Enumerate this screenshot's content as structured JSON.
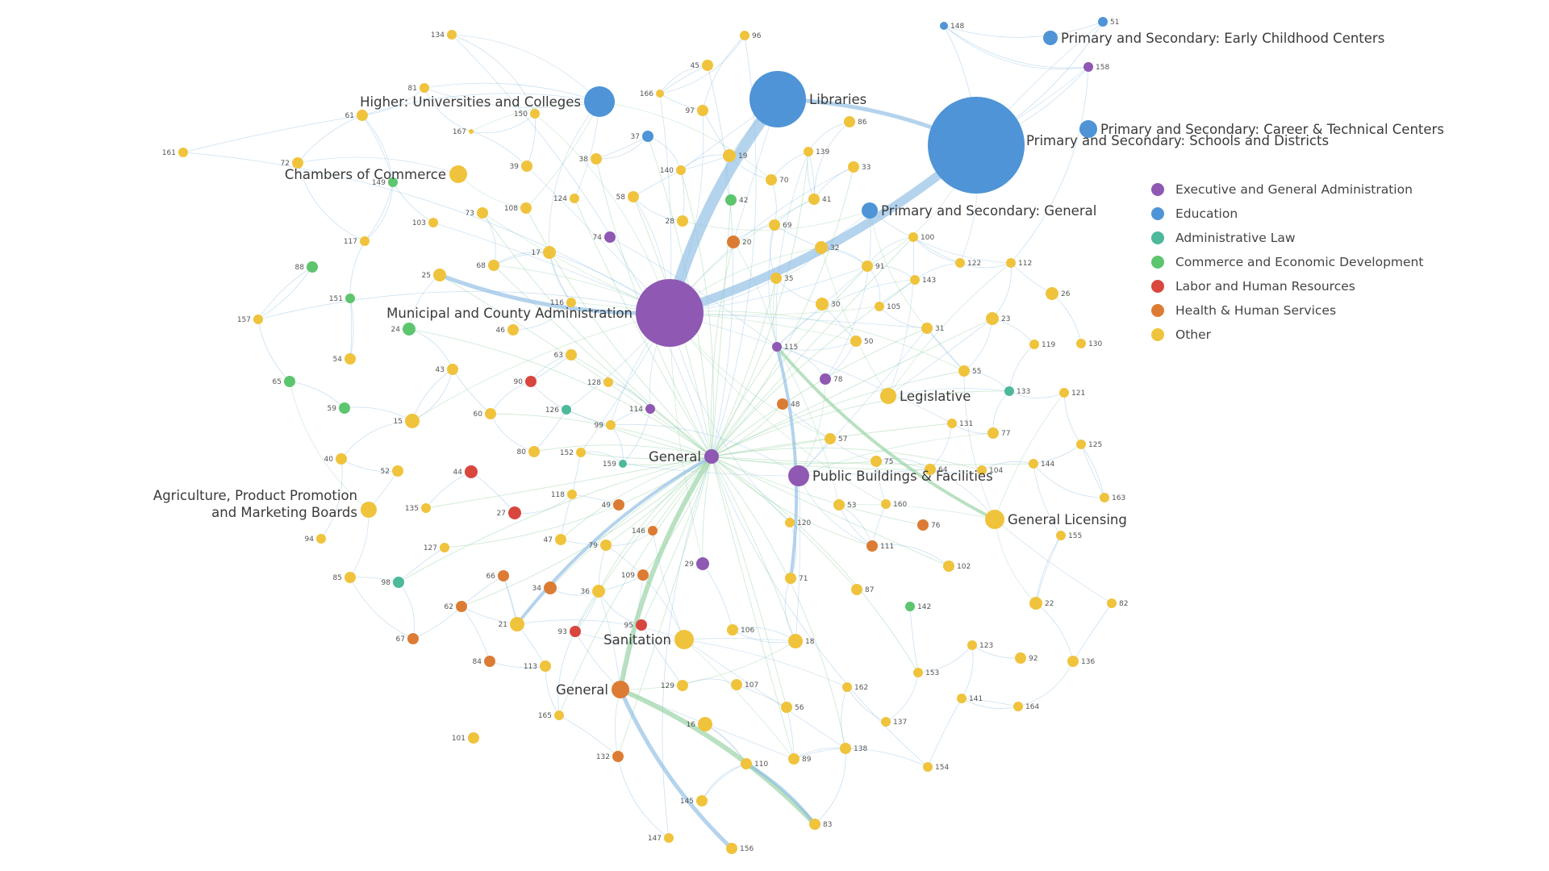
{
  "colors": {
    "exec": "#8e58b3",
    "edu": "#4e94d6",
    "admin": "#4db89a",
    "commerce": "#5cc56e",
    "labor": "#d9463e",
    "health": "#dc7c34",
    "other": "#f0c33c",
    "edge_blue": "#8cbce3",
    "edge_green": "#93d19f"
  },
  "legend": [
    {
      "category": "exec",
      "label": "Executive and General Administration"
    },
    {
      "category": "edu",
      "label": "Education"
    },
    {
      "category": "admin",
      "label": "Administrative Law"
    },
    {
      "category": "commerce",
      "label": "Commerce and Economic Development"
    },
    {
      "category": "labor",
      "label": "Labor and Human Resources"
    },
    {
      "category": "health",
      "label": "Health & Human Services"
    },
    {
      "category": "other",
      "label": "Other"
    }
  ],
  "major_nodes": [
    {
      "id": "M1",
      "label": "Municipal and County Administration",
      "category": "exec"
    },
    {
      "id": "M2",
      "label": "Primary and Secondary: Schools and Districts",
      "category": "edu"
    },
    {
      "id": "M3",
      "label": "Libraries",
      "category": "edu"
    },
    {
      "id": "M4",
      "label": "Higher: Universities and Colleges",
      "category": "edu"
    },
    {
      "id": "M5",
      "label": "Primary and Secondary: Early Childhood Centers",
      "category": "edu"
    },
    {
      "id": "M6",
      "label": "Primary and Secondary: Career & Technical Centers",
      "category": "edu"
    },
    {
      "id": "M7",
      "label": "Primary and Secondary: General",
      "category": "edu"
    },
    {
      "id": "M8",
      "label": "Chambers of Commerce",
      "category": "other"
    },
    {
      "id": "M9",
      "label": "General",
      "category": "exec"
    },
    {
      "id": "M10",
      "label": "Public Buildings & Facilities",
      "category": "exec"
    },
    {
      "id": "M11",
      "label": "Legislative",
      "category": "other"
    },
    {
      "id": "M12",
      "label": "General Licensing",
      "category": "other"
    },
    {
      "id": "M13",
      "label": "Agriculture, Product Promotion",
      "label2": "and Marketing Boards",
      "category": "other"
    },
    {
      "id": "M14",
      "label": "Sanitation",
      "category": "other"
    },
    {
      "id": "M15",
      "label": "General",
      "category": "health"
    }
  ],
  "small_nodes": [
    {
      "id": "134",
      "category": "other"
    },
    {
      "id": "96",
      "category": "other"
    },
    {
      "id": "148",
      "category": "edu"
    },
    {
      "id": "51",
      "category": "edu"
    },
    {
      "id": "158",
      "category": "exec"
    },
    {
      "id": "45",
      "category": "other"
    },
    {
      "id": "81",
      "category": "other"
    },
    {
      "id": "166",
      "category": "other"
    },
    {
      "id": "97",
      "category": "other"
    },
    {
      "id": "61",
      "category": "other"
    },
    {
      "id": "150",
      "category": "other"
    },
    {
      "id": "167",
      "category": "other"
    },
    {
      "id": "86",
      "category": "other"
    },
    {
      "id": "37",
      "category": "edu"
    },
    {
      "id": "161",
      "category": "other"
    },
    {
      "id": "72",
      "category": "other"
    },
    {
      "id": "38",
      "category": "other"
    },
    {
      "id": "19",
      "category": "other"
    },
    {
      "id": "139",
      "category": "other"
    },
    {
      "id": "33",
      "category": "other"
    },
    {
      "id": "39",
      "category": "other"
    },
    {
      "id": "140",
      "category": "other"
    },
    {
      "id": "70",
      "category": "other"
    },
    {
      "id": "149",
      "category": "commerce"
    },
    {
      "id": "124",
      "category": "other"
    },
    {
      "id": "58",
      "category": "other"
    },
    {
      "id": "42",
      "category": "commerce"
    },
    {
      "id": "41",
      "category": "other"
    },
    {
      "id": "73",
      "category": "other"
    },
    {
      "id": "108",
      "category": "other"
    },
    {
      "id": "28",
      "category": "other"
    },
    {
      "id": "69",
      "category": "other"
    },
    {
      "id": "103",
      "category": "other"
    },
    {
      "id": "74",
      "category": "exec"
    },
    {
      "id": "20",
      "category": "health"
    },
    {
      "id": "100",
      "category": "other"
    },
    {
      "id": "117",
      "category": "other"
    },
    {
      "id": "17",
      "category": "other"
    },
    {
      "id": "32",
      "category": "other"
    },
    {
      "id": "88",
      "category": "commerce"
    },
    {
      "id": "68",
      "category": "other"
    },
    {
      "id": "122",
      "category": "other"
    },
    {
      "id": "112",
      "category": "other"
    },
    {
      "id": "25",
      "category": "other"
    },
    {
      "id": "91",
      "category": "other"
    },
    {
      "id": "35",
      "category": "other"
    },
    {
      "id": "143",
      "category": "other"
    },
    {
      "id": "151",
      "category": "commerce"
    },
    {
      "id": "116",
      "category": "other"
    },
    {
      "id": "26",
      "category": "other"
    },
    {
      "id": "157",
      "category": "other"
    },
    {
      "id": "30",
      "category": "other"
    },
    {
      "id": "105",
      "category": "other"
    },
    {
      "id": "24",
      "category": "commerce"
    },
    {
      "id": "46",
      "category": "other"
    },
    {
      "id": "23",
      "category": "other"
    },
    {
      "id": "31",
      "category": "other"
    },
    {
      "id": "50",
      "category": "other"
    },
    {
      "id": "115",
      "category": "exec"
    },
    {
      "id": "119",
      "category": "other"
    },
    {
      "id": "130",
      "category": "other"
    },
    {
      "id": "54",
      "category": "other"
    },
    {
      "id": "63",
      "category": "other"
    },
    {
      "id": "43",
      "category": "other"
    },
    {
      "id": "90",
      "category": "labor"
    },
    {
      "id": "128",
      "category": "other"
    },
    {
      "id": "55",
      "category": "other"
    },
    {
      "id": "65",
      "category": "commerce"
    },
    {
      "id": "78",
      "category": "exec"
    },
    {
      "id": "133",
      "category": "admin"
    },
    {
      "id": "121",
      "category": "other"
    },
    {
      "id": "59",
      "category": "commerce"
    },
    {
      "id": "126",
      "category": "admin"
    },
    {
      "id": "114",
      "category": "exec"
    },
    {
      "id": "48",
      "category": "health"
    },
    {
      "id": "60",
      "category": "other"
    },
    {
      "id": "15",
      "category": "other"
    },
    {
      "id": "131",
      "category": "other"
    },
    {
      "id": "99",
      "category": "other"
    },
    {
      "id": "77",
      "category": "other"
    },
    {
      "id": "57",
      "category": "other"
    },
    {
      "id": "125",
      "category": "other"
    },
    {
      "id": "80",
      "category": "other"
    },
    {
      "id": "152",
      "category": "other"
    },
    {
      "id": "40",
      "category": "other"
    },
    {
      "id": "159",
      "category": "admin"
    },
    {
      "id": "75",
      "category": "other"
    },
    {
      "id": "64",
      "category": "other"
    },
    {
      "id": "104",
      "category": "other"
    },
    {
      "id": "144",
      "category": "other"
    },
    {
      "id": "52",
      "category": "other"
    },
    {
      "id": "44",
      "category": "labor"
    },
    {
      "id": "118",
      "category": "other"
    },
    {
      "id": "163",
      "category": "other"
    },
    {
      "id": "135",
      "category": "other"
    },
    {
      "id": "49",
      "category": "health"
    },
    {
      "id": "53",
      "category": "other"
    },
    {
      "id": "160",
      "category": "other"
    },
    {
      "id": "27",
      "category": "labor"
    },
    {
      "id": "76",
      "category": "health"
    },
    {
      "id": "120",
      "category": "other"
    },
    {
      "id": "146",
      "category": "health"
    },
    {
      "id": "155",
      "category": "other"
    },
    {
      "id": "47",
      "category": "other"
    },
    {
      "id": "94",
      "category": "other"
    },
    {
      "id": "127",
      "category": "other"
    },
    {
      "id": "79",
      "category": "other"
    },
    {
      "id": "111",
      "category": "health"
    },
    {
      "id": "29",
      "category": "exec"
    },
    {
      "id": "102",
      "category": "other"
    },
    {
      "id": "85",
      "category": "other"
    },
    {
      "id": "98",
      "category": "admin"
    },
    {
      "id": "66",
      "category": "health"
    },
    {
      "id": "109",
      "category": "health"
    },
    {
      "id": "71",
      "category": "other"
    },
    {
      "id": "34",
      "category": "health"
    },
    {
      "id": "36",
      "category": "other"
    },
    {
      "id": "87",
      "category": "other"
    },
    {
      "id": "62",
      "category": "health"
    },
    {
      "id": "142",
      "category": "commerce"
    },
    {
      "id": "22",
      "category": "other"
    },
    {
      "id": "82",
      "category": "other"
    },
    {
      "id": "21",
      "category": "other"
    },
    {
      "id": "95",
      "category": "labor"
    },
    {
      "id": "93",
      "category": "labor"
    },
    {
      "id": "106",
      "category": "other"
    },
    {
      "id": "67",
      "category": "health"
    },
    {
      "id": "18",
      "category": "other"
    },
    {
      "id": "123",
      "category": "other"
    },
    {
      "id": "92",
      "category": "other"
    },
    {
      "id": "136",
      "category": "other"
    },
    {
      "id": "84",
      "category": "health"
    },
    {
      "id": "113",
      "category": "other"
    },
    {
      "id": "153",
      "category": "other"
    },
    {
      "id": "129",
      "category": "other"
    },
    {
      "id": "107",
      "category": "other"
    },
    {
      "id": "162",
      "category": "other"
    },
    {
      "id": "141",
      "category": "other"
    },
    {
      "id": "164",
      "category": "other"
    },
    {
      "id": "56",
      "category": "other"
    },
    {
      "id": "165",
      "category": "other"
    },
    {
      "id": "16",
      "category": "other"
    },
    {
      "id": "137",
      "category": "other"
    },
    {
      "id": "101",
      "category": "other"
    },
    {
      "id": "138",
      "category": "other"
    },
    {
      "id": "132",
      "category": "health"
    },
    {
      "id": "89",
      "category": "other"
    },
    {
      "id": "110",
      "category": "other"
    },
    {
      "id": "154",
      "category": "other"
    },
    {
      "id": "145",
      "category": "other"
    },
    {
      "id": "83",
      "category": "other"
    },
    {
      "id": "147",
      "category": "other"
    },
    {
      "id": "156",
      "category": "other"
    }
  ],
  "thick_edges": [
    {
      "from": "M1",
      "to": "M3",
      "color": "edge_blue"
    },
    {
      "from": "M1",
      "to": "M2",
      "color": "edge_blue"
    },
    {
      "from": "M1",
      "to": "25",
      "color": "edge_blue"
    },
    {
      "from": "M9",
      "to": "M15",
      "color": "edge_green"
    },
    {
      "from": "M15",
      "to": "83",
      "color": "edge_green"
    },
    {
      "from": "M15",
      "to": "156",
      "color": "edge_blue"
    },
    {
      "from": "115",
      "to": "71",
      "color": "edge_blue"
    },
    {
      "from": "115",
      "to": "M12",
      "color": "edge_green"
    },
    {
      "from": "M3",
      "to": "M2",
      "color": "edge_blue"
    },
    {
      "from": "M9",
      "to": "21",
      "color": "edge_blue"
    },
    {
      "from": "110",
      "to": "83",
      "color": "edge_blue"
    }
  ]
}
